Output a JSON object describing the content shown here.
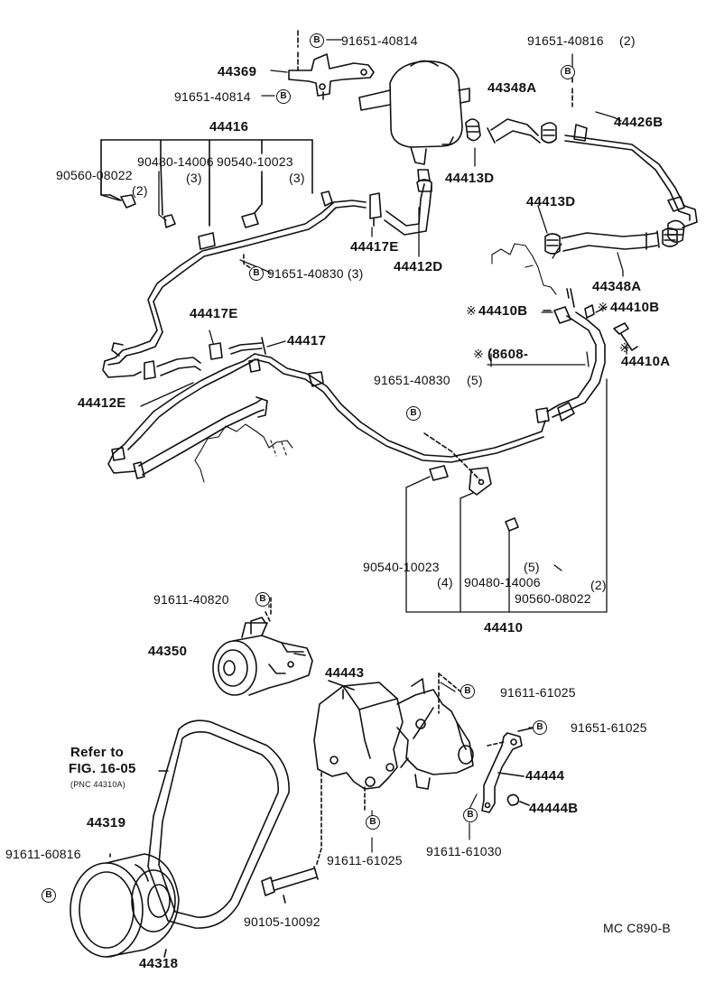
{
  "diagram": {
    "code": "MC C890-B",
    "symbol_b": "B",
    "labels": {
      "l1": "91651-40814",
      "l2": "44369",
      "l3": "91651-40814",
      "l4": "91651-40816",
      "l4q": "(2)",
      "l5": "44348A",
      "l6": "44426B",
      "l7": "44416",
      "l8": "90480-14006",
      "l8q": "(3)",
      "l9": "90540-10023",
      "l9q": "(3)",
      "l10": "90560-08022",
      "l10q": "(2)",
      "l11": "44413D",
      "l12": "44413D",
      "l13": "44417E",
      "l14": "44412D",
      "l15": "44348A",
      "l16": "91651-40830 (3)",
      "l17": "44417E",
      "l18": "44417",
      "l19": "44410B",
      "l20": "44410B",
      "l21": "(8608-",
      "l22": "44410A",
      "l23": "44412E",
      "l24": "91651-40830",
      "l24q": "(5)",
      "l25": "90540-10023",
      "l25q": "(4)",
      "l26": "90480-14006",
      "l26q": "(5)",
      "l27": "90560-08022",
      "l27q": "(2)",
      "l28": "44410",
      "l29": "91611-40820",
      "l30": "44350",
      "l31": "44443",
      "l32": "91611-61025",
      "l33": "91651-61025",
      "l34a": "Refer to",
      "l34b": "FIG. 16-05",
      "l34c": "(PNC 44310A)",
      "l35": "44444",
      "l36": "44444B",
      "l37": "44319",
      "l38": "91611-60816",
      "l39": "91611-61025",
      "l40": "91611-61030",
      "l41": "90105-10092",
      "l42": "44318"
    }
  }
}
